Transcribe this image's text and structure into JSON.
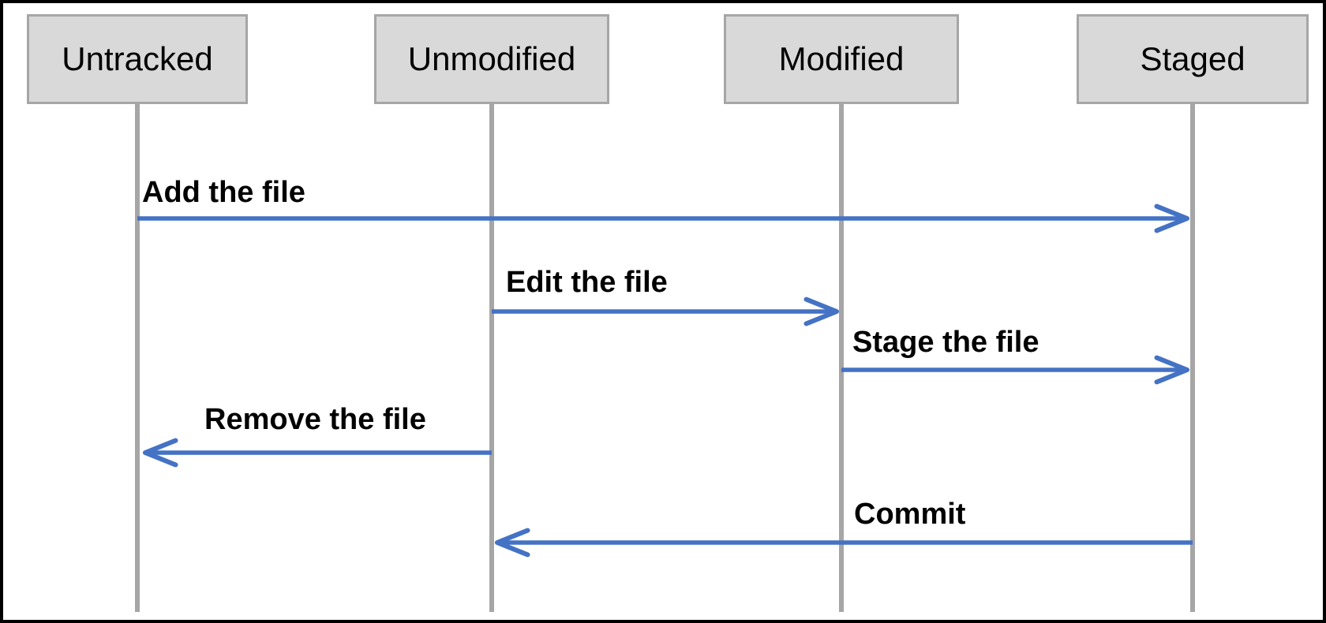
{
  "diagram": {
    "type": "sequence",
    "actors": [
      {
        "id": "untracked",
        "label": "Untracked"
      },
      {
        "id": "unmodified",
        "label": "Unmodified"
      },
      {
        "id": "modified",
        "label": "Modified"
      },
      {
        "id": "staged",
        "label": "Staged"
      }
    ],
    "messages": [
      {
        "label": "Add the file",
        "from": "Untracked",
        "to": "Staged",
        "direction": "right"
      },
      {
        "label": "Edit the file",
        "from": "Unmodified",
        "to": "Modified",
        "direction": "right"
      },
      {
        "label": "Stage the file",
        "from": "Modified",
        "to": "Staged",
        "direction": "right"
      },
      {
        "label": "Remove the file",
        "from": "Unmodified",
        "to": "Untracked",
        "direction": "left"
      },
      {
        "label": "Commit",
        "from": "Staged",
        "to": "Unmodified",
        "direction": "left"
      }
    ],
    "colors": {
      "arrow": "#4472C4",
      "lifeline": "#A6A6A6",
      "actor_fill": "#D9D9D9",
      "actor_border": "#A6A6A6",
      "label_text": "#000000",
      "frame_border": "#000000"
    }
  }
}
